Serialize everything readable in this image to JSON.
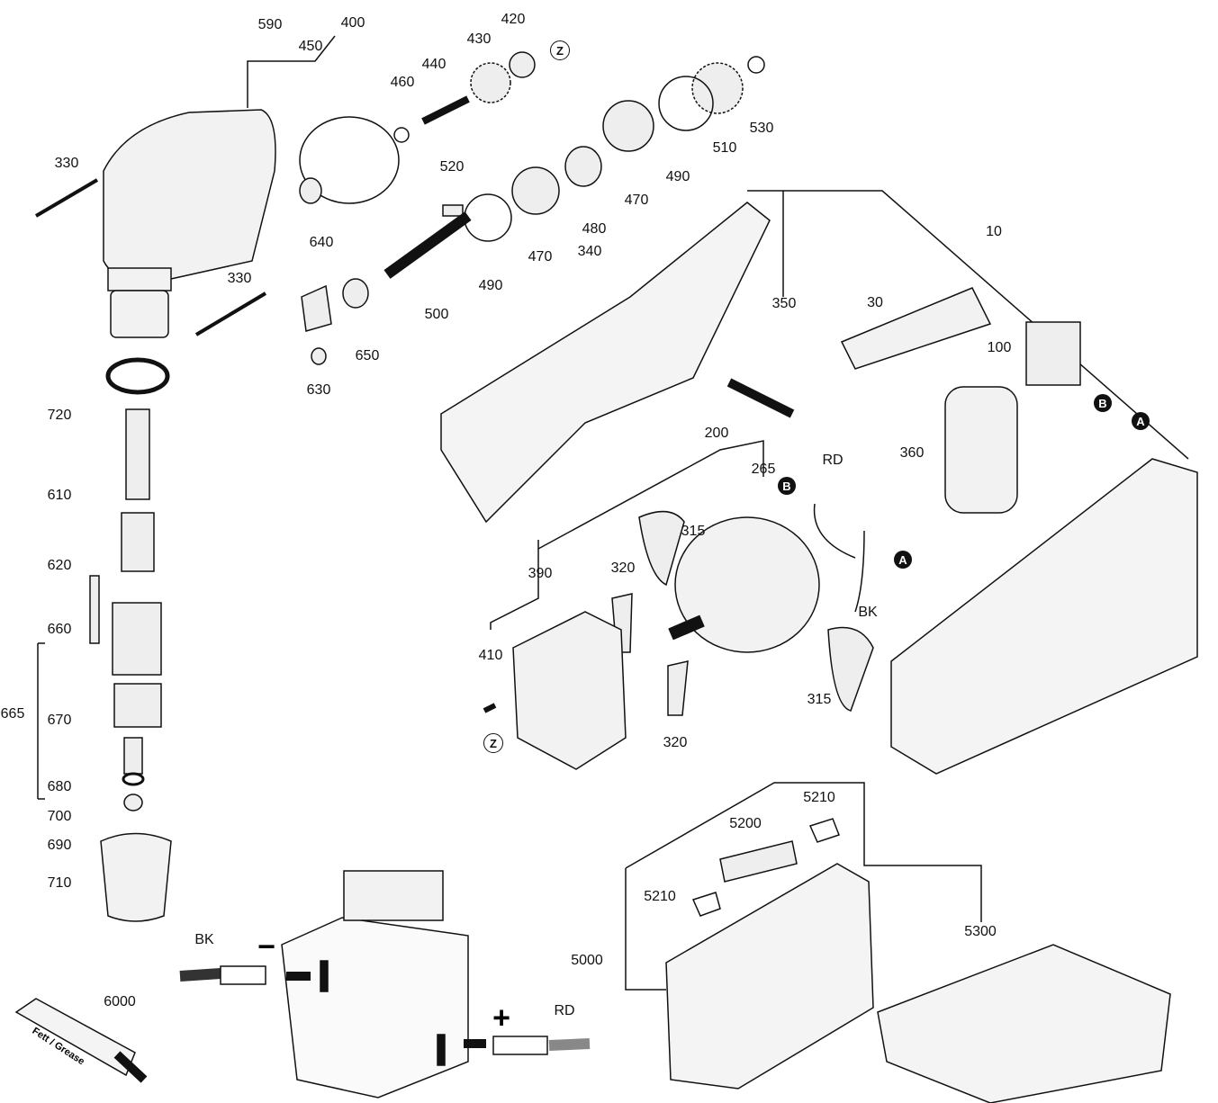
{
  "diagram": {
    "part_labels": [
      "590",
      "400",
      "450",
      "420",
      "430",
      "440",
      "460",
      "330",
      "520",
      "530",
      "510",
      "490",
      "470",
      "480",
      "470",
      "490",
      "340",
      "500",
      "640",
      "330",
      "650",
      "630",
      "720",
      "610",
      "620",
      "660",
      "665",
      "670",
      "680",
      "700",
      "690",
      "710",
      "10",
      "350",
      "30",
      "100",
      "360",
      "200",
      "265",
      "315",
      "390",
      "320",
      "410",
      "315",
      "320",
      "5210",
      "5200",
      "5210",
      "5000",
      "6000",
      "5300"
    ],
    "wire_labels": [
      "RD",
      "BK",
      "BK",
      "RD"
    ],
    "markers": [
      {
        "text": "Z",
        "style": "open"
      },
      {
        "text": "Z",
        "style": "open"
      },
      {
        "text": "B",
        "style": "dark"
      },
      {
        "text": "A",
        "style": "dark"
      },
      {
        "text": "B",
        "style": "dark"
      },
      {
        "text": "A",
        "style": "dark"
      }
    ],
    "polarity": {
      "minus": "−",
      "plus": "+"
    },
    "tube_text": "Fett / Grease"
  }
}
